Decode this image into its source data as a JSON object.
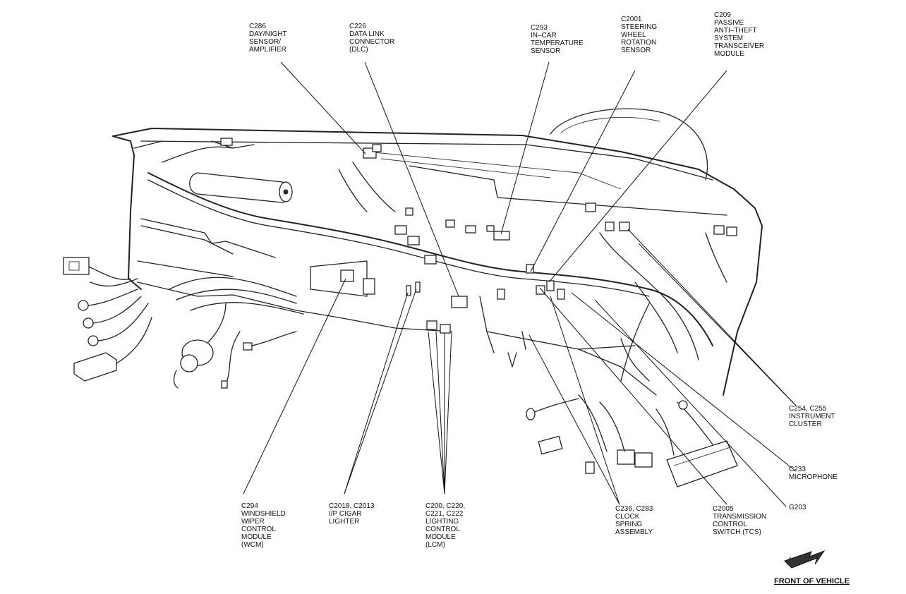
{
  "labels": {
    "c286": [
      "C286",
      "DAY/NIGHT",
      "SENSOR/",
      "AMPLIFIER"
    ],
    "c226": [
      "C226",
      "DATA LINK",
      "CONNECTOR",
      "(DLC)"
    ],
    "c293": [
      "C293",
      "IN–CAR",
      "TEMPERATURE",
      "SENSOR"
    ],
    "c2001": [
      "C2001",
      "STEERING",
      "WHEEL",
      "ROTATION",
      "SENSOR"
    ],
    "c209": [
      "C209",
      "PASSIVE",
      "ANTI–THEFT",
      "SYSTEM",
      "TRANSCEIVER",
      "MODULE"
    ],
    "c254": [
      "C254, C255",
      "INSTRUMENT",
      "CLUSTER"
    ],
    "c233": [
      "C233",
      "MICROPHONE"
    ],
    "g203": [
      "G203"
    ],
    "c2005": [
      "C2005",
      "TRANSMISSION",
      "CONTROL",
      "SWITCH (TCS)"
    ],
    "c236": [
      "C236, C283",
      "CLOCK",
      "SPRING",
      "ASSEMBLY"
    ],
    "c200": [
      "C200, C220,",
      "C221, C222",
      "LIGHTING",
      "CONTROL",
      "MODULE",
      "(LCM)"
    ],
    "c2018": [
      "C2018, C2013",
      "I/P CIGAR",
      "LIGHTER"
    ],
    "c294": [
      "C294",
      "WINDSHIELD",
      "WIPER",
      "CONTROL",
      "MODULE",
      "(WCM)"
    ]
  },
  "orientation": {
    "label": "FRONT OF VEHICLE",
    "icon": "arrow-icon"
  }
}
